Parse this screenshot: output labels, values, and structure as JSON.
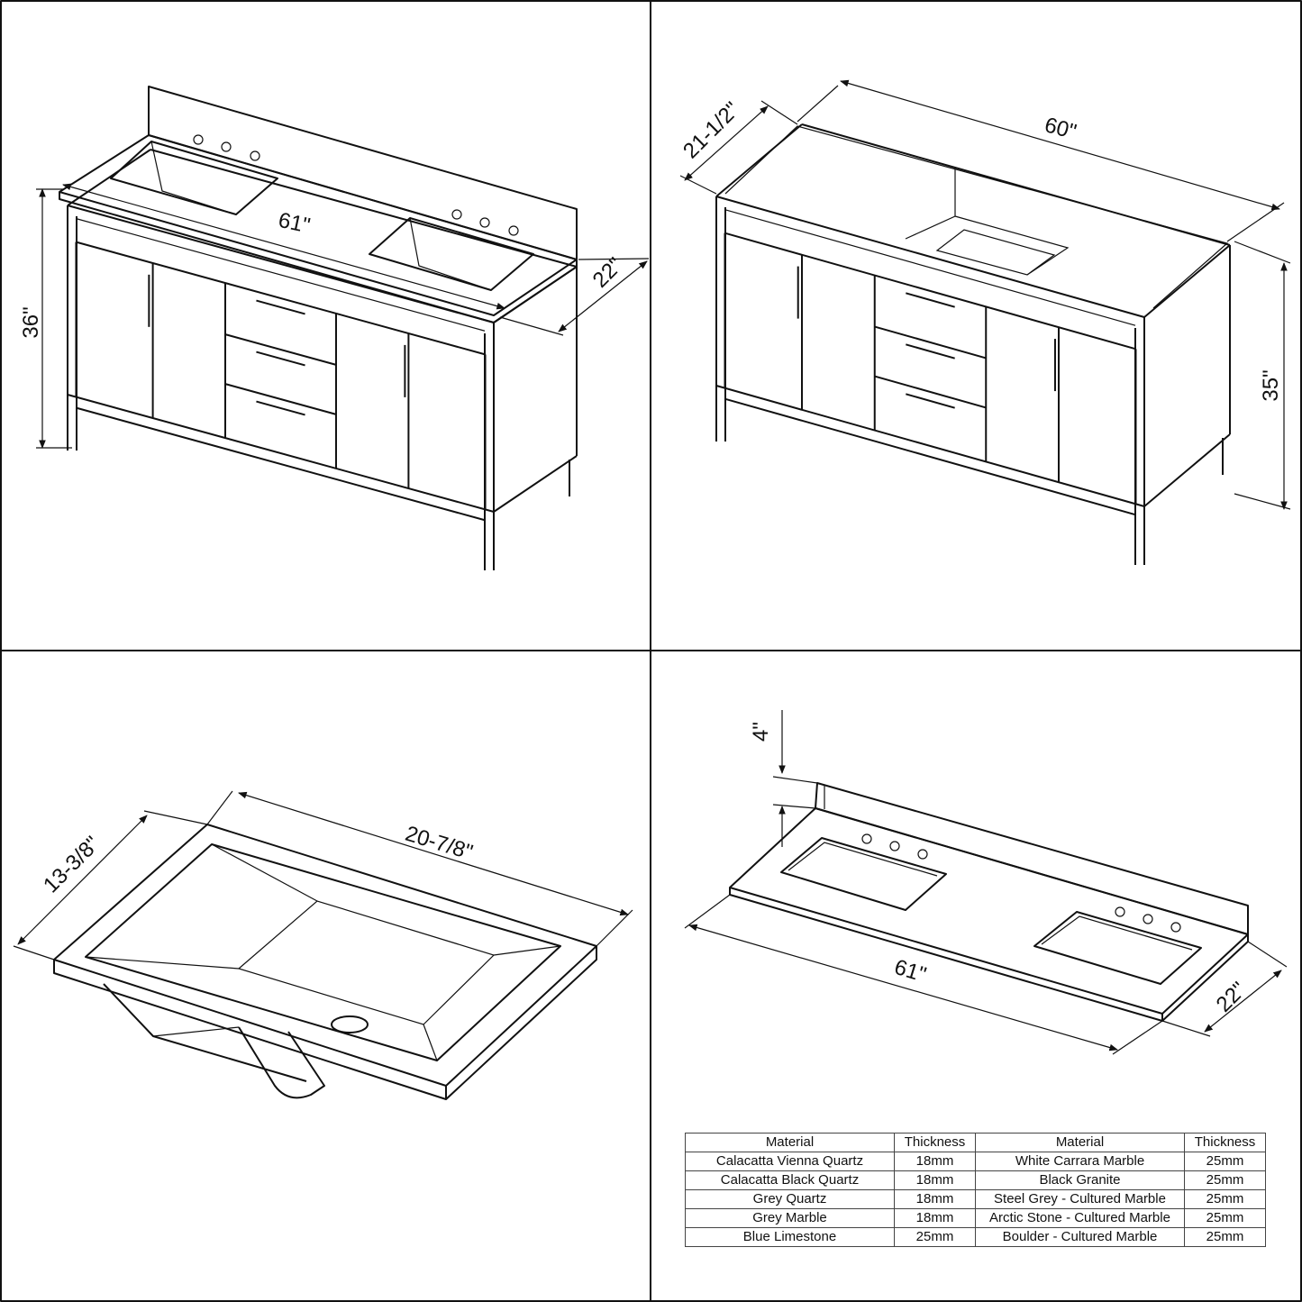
{
  "panels": {
    "vanity_with_top": {
      "width": "61\"",
      "height": "36\"",
      "depth": "22\""
    },
    "vanity_cabinet": {
      "width": "60\"",
      "height": "35\"",
      "depth": "21-1/2\""
    },
    "sink": {
      "length": "20-7/8\"",
      "width": "13-3/8\""
    },
    "countertop": {
      "width": "61\"",
      "depth": "22\"",
      "backsplash_height": "4\""
    }
  },
  "materials_table": {
    "headers": [
      "Material",
      "Thickness",
      "Material",
      "Thickness"
    ],
    "rows": [
      [
        "Calacatta Vienna Quartz",
        "18mm",
        "White Carrara Marble",
        "25mm"
      ],
      [
        "Calacatta Black Quartz",
        "18mm",
        "Black Granite",
        "25mm"
      ],
      [
        "Grey Quartz",
        "18mm",
        "Steel Grey - Cultured Marble",
        "25mm"
      ],
      [
        "Grey Marble",
        "18mm",
        "Arctic Stone - Cultured Marble",
        "25mm"
      ],
      [
        "Blue Limestone",
        "25mm",
        "Boulder - Cultured Marble",
        "25mm"
      ]
    ]
  },
  "colors": {
    "line": "#111111",
    "background": "#ffffff"
  }
}
